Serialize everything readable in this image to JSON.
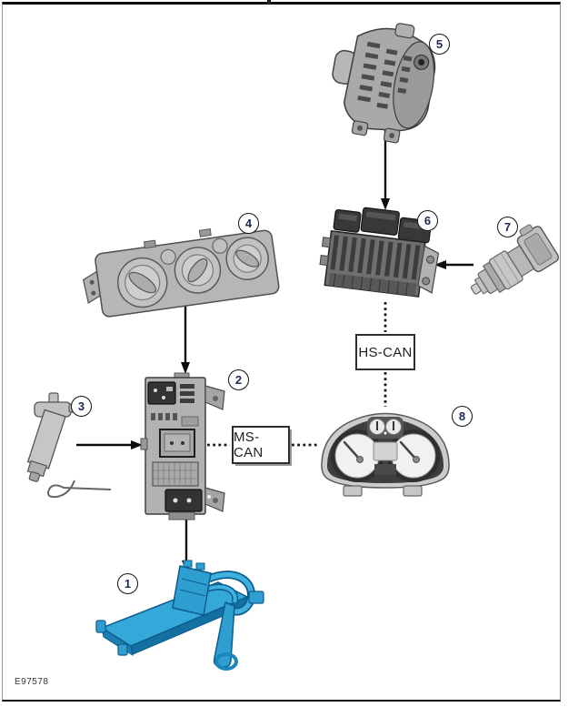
{
  "figure_code": "E97578",
  "bus_labels": {
    "hs": "HS-CAN",
    "ms": "MS-CAN"
  },
  "callouts": [
    {
      "number": "1"
    },
    {
      "number": "2"
    },
    {
      "number": "3"
    },
    {
      "number": "4"
    },
    {
      "number": "5"
    },
    {
      "number": "6"
    },
    {
      "number": "7"
    },
    {
      "number": "8"
    }
  ],
  "icons": {
    "heater-core-icon": "blue flat heater core with pipes",
    "central-junction-box-icon": "gray fuse/junction box",
    "bracket-sensor-icon": "sensor with mounting bracket and wire",
    "heater-control-panel-icon": "climate panel with three rotary knobs",
    "generator-icon": "alternator with ribbed housing",
    "engine-control-module-icon": "PCM with three connectors and ribs",
    "temperature-sensor-icon": "threaded temperature sensor with connector",
    "instrument-cluster-icon": "cluster with two gauges and display"
  },
  "colors": {
    "heater_core_blue": "#2f9fd2",
    "diagram_gray": "#b0b0b0",
    "line_black": "#0d0d0d",
    "callout_text_navy": "#1e2a56"
  }
}
